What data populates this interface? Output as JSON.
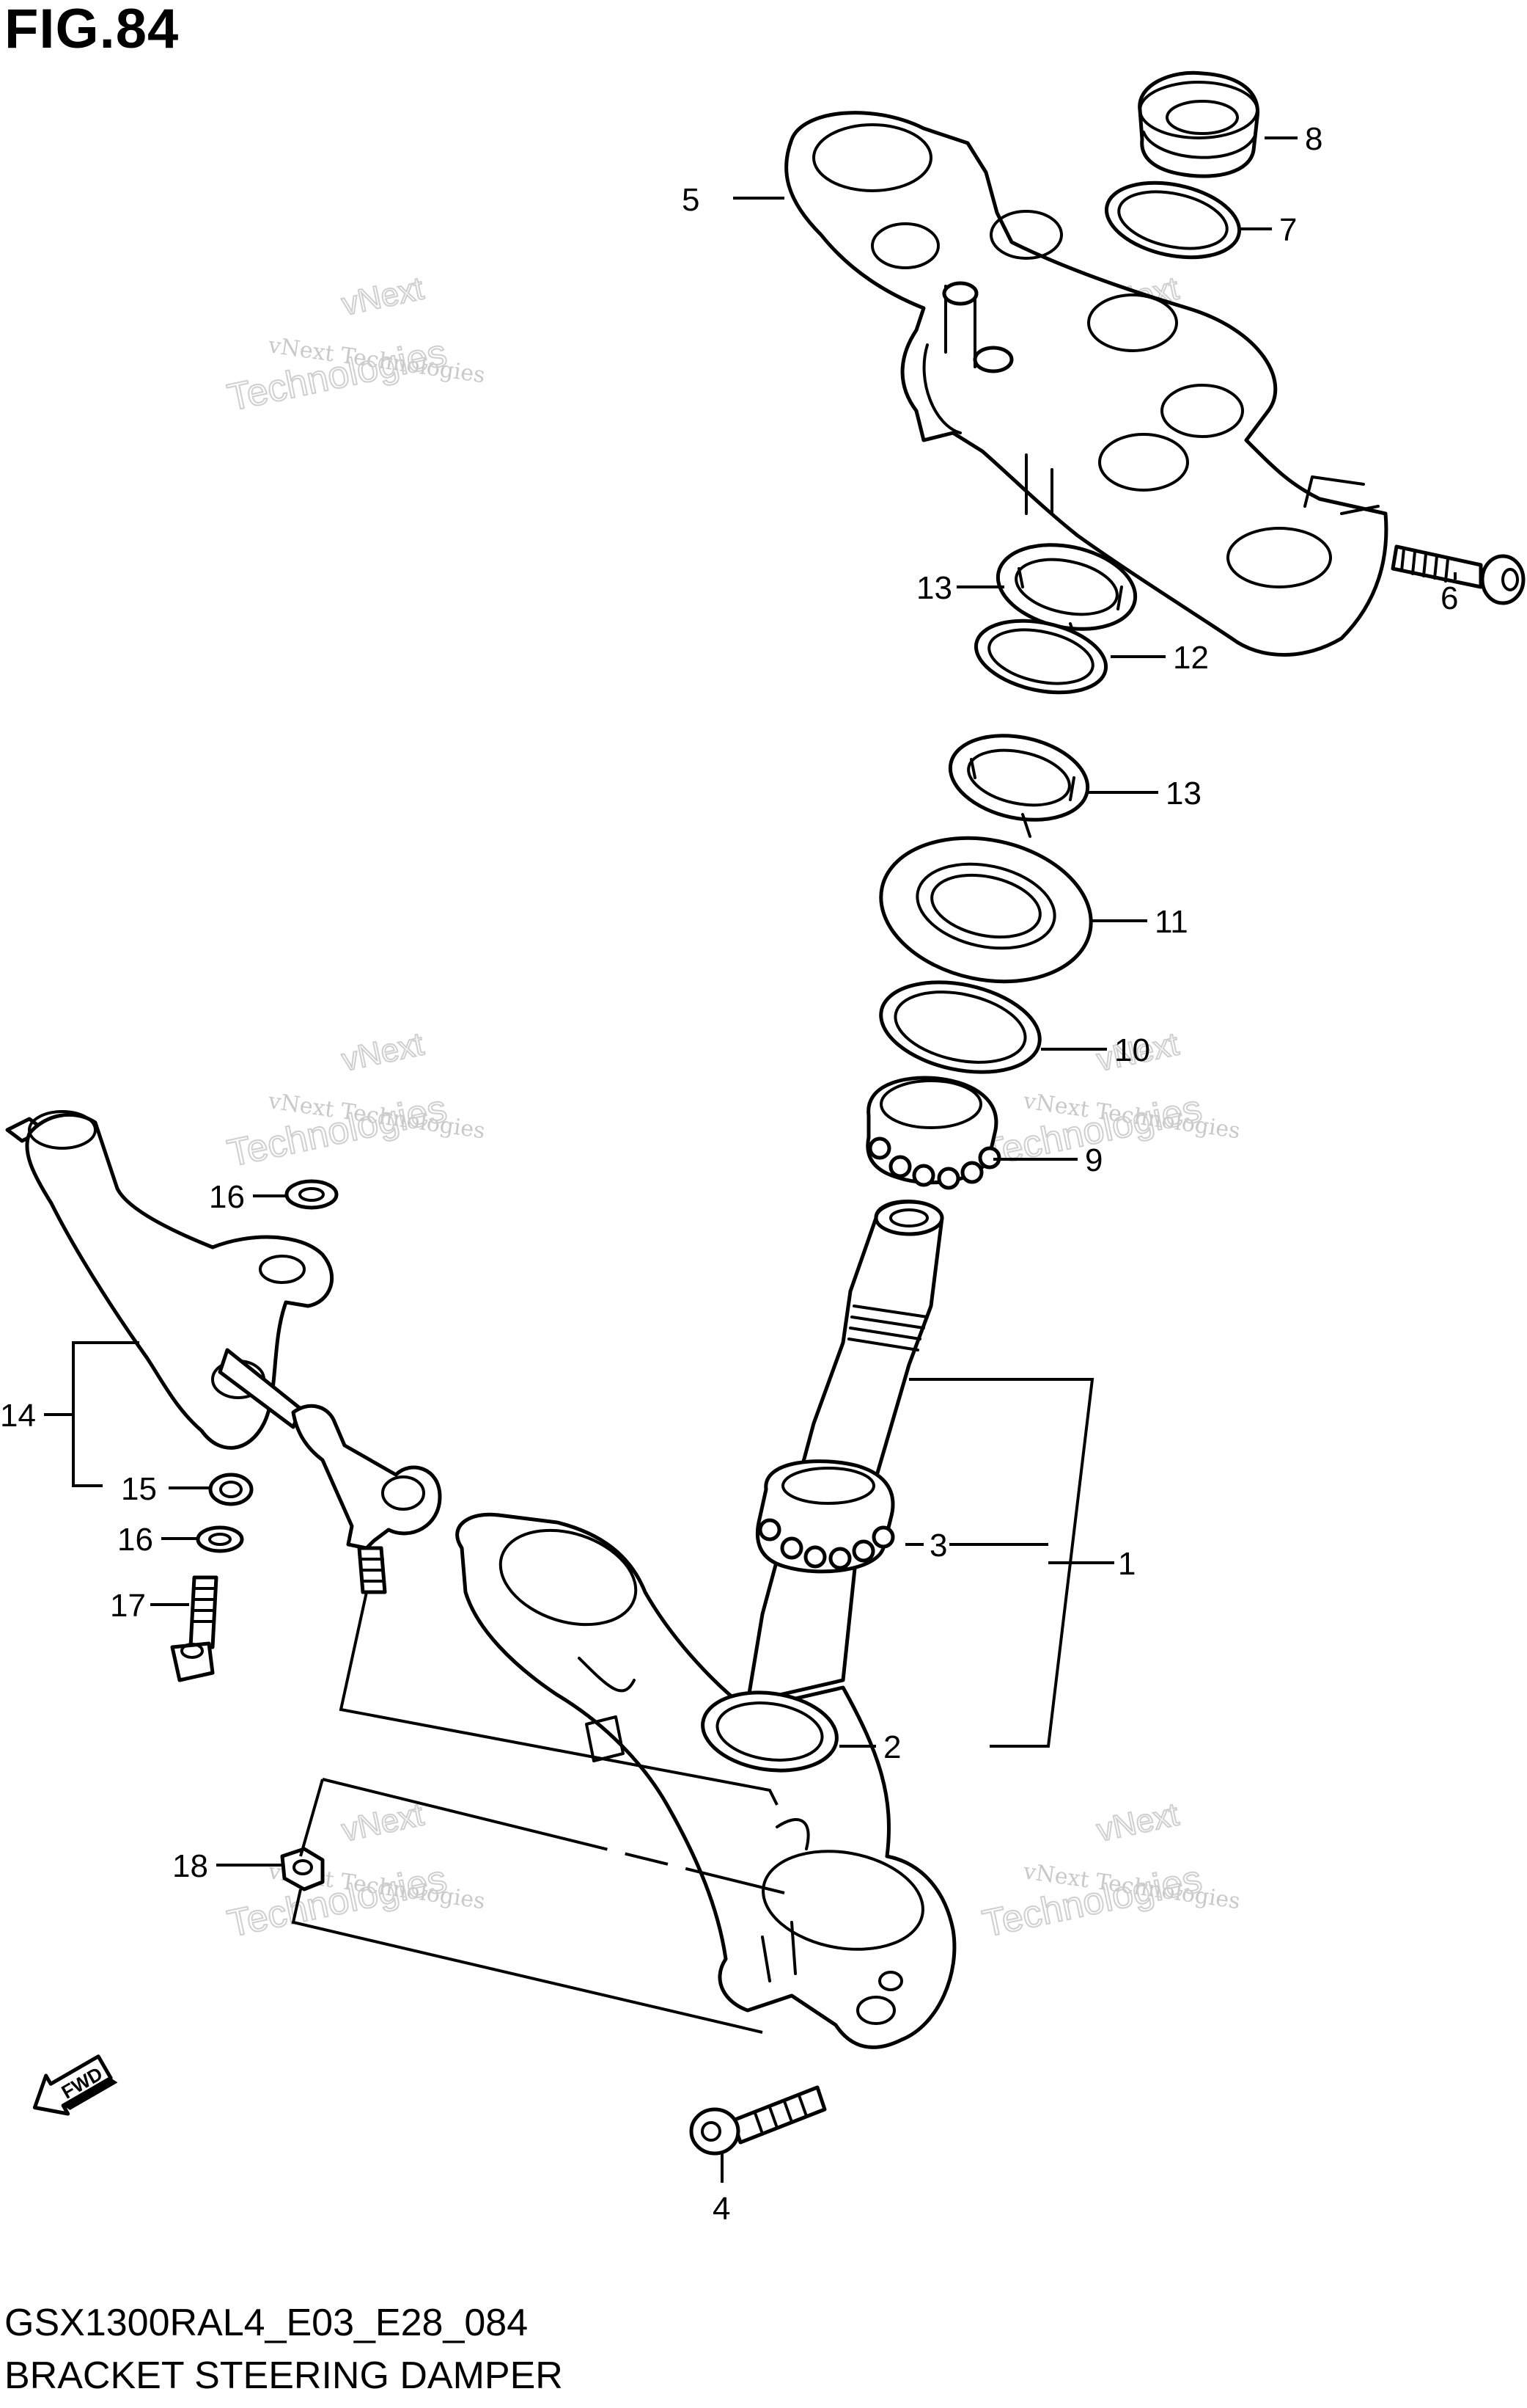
{
  "figure": {
    "title": "FIG.84"
  },
  "footer": {
    "code": "GSX1300RAL4_E03_E28_084",
    "name": "BRACKET STEERING DAMPER"
  },
  "watermark": {
    "line1": "vNext",
    "line2": "vNext Technologies",
    "line3": "Technologies"
  },
  "fwd_label": "FWD",
  "callouts": {
    "c1": "1",
    "c2": "2",
    "c3": "3",
    "c4": "4",
    "c5": "5",
    "c6": "6",
    "c7": "7",
    "c8": "8",
    "c9": "9",
    "c10": "10",
    "c11": "11",
    "c12": "12",
    "c13a": "13",
    "c13b": "13",
    "c14": "14",
    "c15": "15",
    "c16a": "16",
    "c16b": "16",
    "c17": "17",
    "c18": "18"
  }
}
